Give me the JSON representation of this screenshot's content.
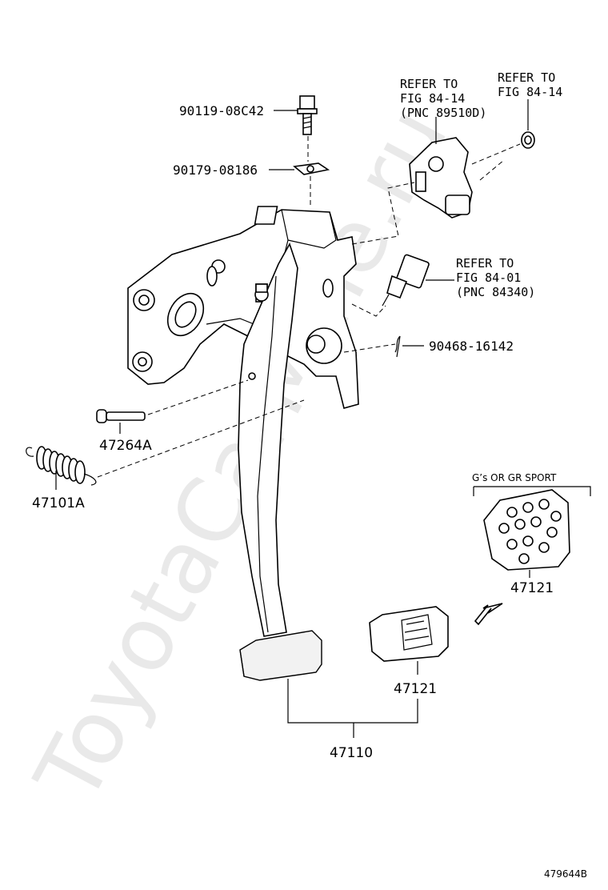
{
  "diagram": {
    "watermark": "ToyotaCarMine.ru",
    "figure_id": "479644B",
    "variant_note": "G’s OR GR SPORT",
    "parts": {
      "bolt": "90119-08C42",
      "washer": "90179-08186",
      "clip": "90468-16142",
      "pin": "47264A",
      "spring": "47101A",
      "pad_sport": "47121",
      "pad_std": "47121",
      "pedal_assy": "47110"
    },
    "refs": {
      "ref1": [
        "REFER TO",
        "FIG 84-14",
        "(PNC 89510D)"
      ],
      "ref2": [
        "REFER TO",
        "FIG 84-14"
      ],
      "ref3": [
        "REFER TO",
        "FIG 84-01",
        "(PNC 84340)"
      ]
    }
  }
}
